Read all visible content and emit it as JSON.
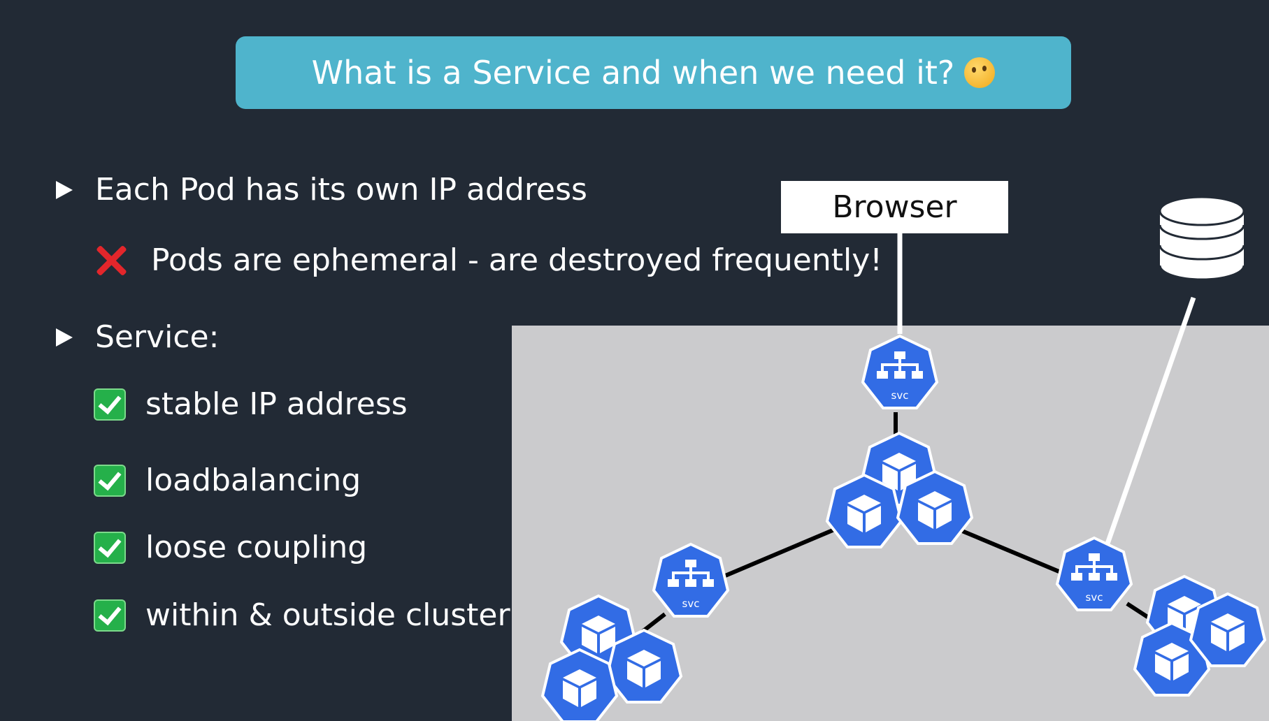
{
  "title": "What is a Service and when we need it?",
  "bullets": {
    "pod_ip": "Each Pod has its own IP address",
    "ephemeral": "Pods are ephemeral - are destroyed frequently!",
    "service": "Service:",
    "checks": [
      "stable IP address",
      "loadbalancing",
      "loose coupling",
      "within & outside cluster"
    ]
  },
  "diagram": {
    "browser_label": "Browser",
    "svc_label": "svc",
    "colors": {
      "k8s_blue": "#326ce5",
      "cluster_bg": "#cbcbcd",
      "banner": "#4fb4cc"
    },
    "icons": [
      "database-icon",
      "service-icon",
      "pod-icon"
    ]
  }
}
